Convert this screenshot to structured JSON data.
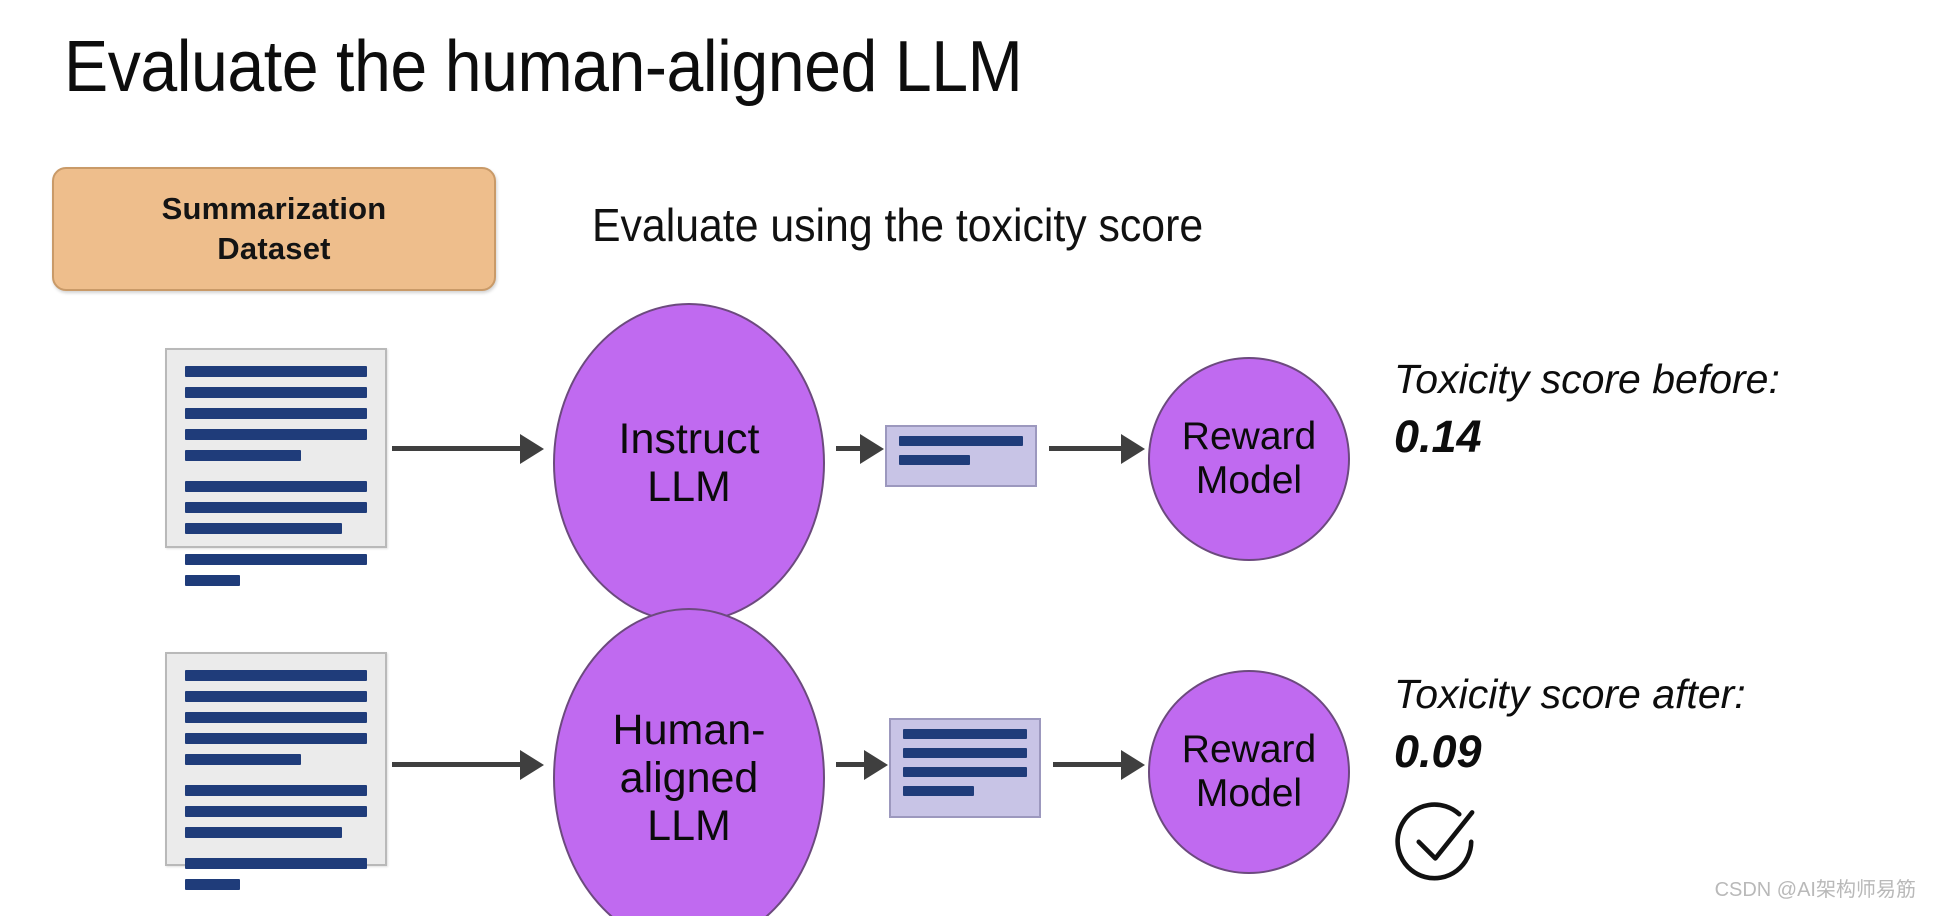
{
  "slide": {
    "title": "Evaluate the human-aligned LLM",
    "background_color": "#ffffff"
  },
  "dataset_box": {
    "line1": "Summarization",
    "line2": "Dataset",
    "fill_color": "#eebe8c",
    "border_color": "#c99a68"
  },
  "eval_heading": "Evaluate using the toxicity score",
  "colors": {
    "node_purple": "#c06af0",
    "node_border": "#6c4a7e",
    "doc_fill": "#ebebeb",
    "doc_line": "#1f3c7a",
    "summary_fill": "#c8c4e6",
    "arrow": "#3f3f3f"
  },
  "rows": [
    {
      "id": "row-1",
      "document_name": "summarization-document",
      "model": {
        "line1": "Instruct",
        "line2": "LLM",
        "line3": ""
      },
      "summary_name": "model-completion-box",
      "reward": {
        "line1": "Reward",
        "line2": "Model"
      },
      "score_label": "Toxicity score before:",
      "score_value": "0.14",
      "has_check": false
    },
    {
      "id": "row-2",
      "document_name": "summarization-document",
      "model": {
        "line1": "Human-",
        "line2": "aligned",
        "line3": "LLM"
      },
      "summary_name": "model-completion-box",
      "reward": {
        "line1": "Reward",
        "line2": "Model"
      },
      "score_label": "Toxicity score after:",
      "score_value": "0.09",
      "has_check": true
    }
  ],
  "watermark": "CSDN @AI架构师易筋"
}
